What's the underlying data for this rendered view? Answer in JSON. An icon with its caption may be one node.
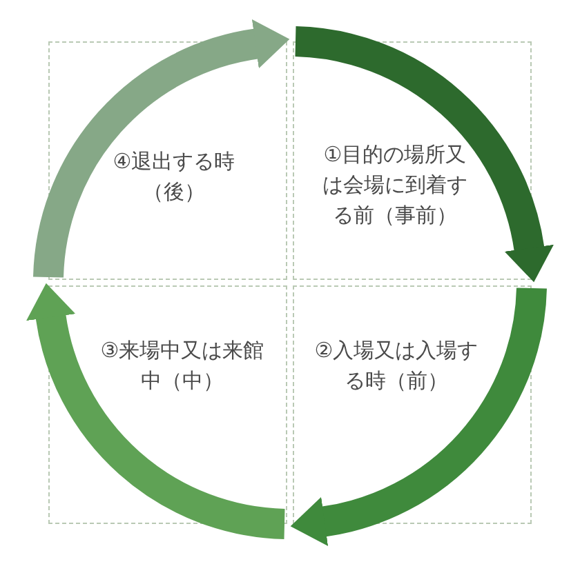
{
  "diagram": {
    "nodes": [
      {
        "text": [
          "①目的の場所又は会場に到着する前（事前）"
        ]
      },
      {
        "text": [
          "②入場又は入場する時（前）"
        ]
      },
      {
        "text": [
          "③来場中又は来館中（中）"
        ]
      },
      {
        "text": [
          "④退出する時（後）"
        ]
      }
    ],
    "edges": [
      {
        "from": 0,
        "to": 1,
        "arrow": "to",
        "color": "#2d6a2d"
      },
      {
        "from": 1,
        "to": 2,
        "arrow": "to",
        "color": "#3f8a3c"
      },
      {
        "from": 2,
        "to": 3,
        "arrow": "to",
        "color": "#5fa255"
      },
      {
        "from": 3,
        "to": 0,
        "arrow": "to",
        "color": "#86a887"
      }
    ]
  }
}
